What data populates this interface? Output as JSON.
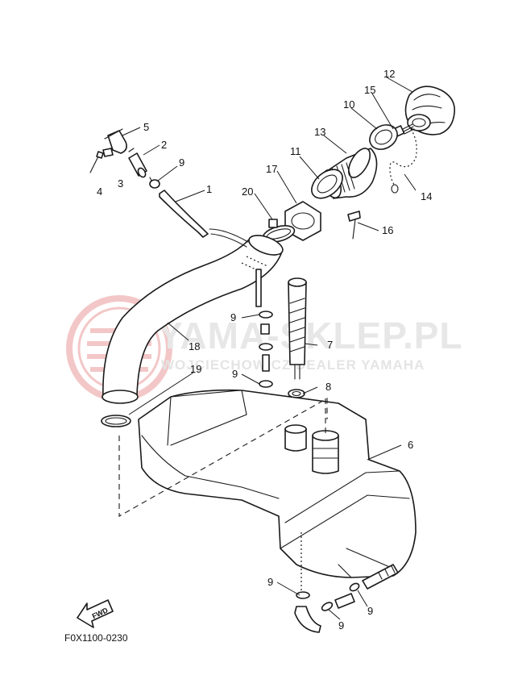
{
  "watermark": {
    "title": "YAMA-SKLEP.PL",
    "subtitle": "WOJCIECHOWICZ DEALER YAMAHA",
    "logo_color": "#f3c7c7"
  },
  "diagram_code": "F0X1100-0230",
  "fwd_label": "FWD",
  "callouts": {
    "c1": "1",
    "c2": "2",
    "c3": "3",
    "c4": "4",
    "c5": "5",
    "c6": "6",
    "c7": "7",
    "c8": "8",
    "c9a": "9",
    "c9b": "9",
    "c9c": "9",
    "c9d": "9",
    "c9e": "9",
    "c9f": "9",
    "c10": "10",
    "c11": "11",
    "c12": "12",
    "c13": "13",
    "c14": "14",
    "c15": "15",
    "c16": "16",
    "c17": "17",
    "c18": "18",
    "c19": "19",
    "c20": "20"
  }
}
